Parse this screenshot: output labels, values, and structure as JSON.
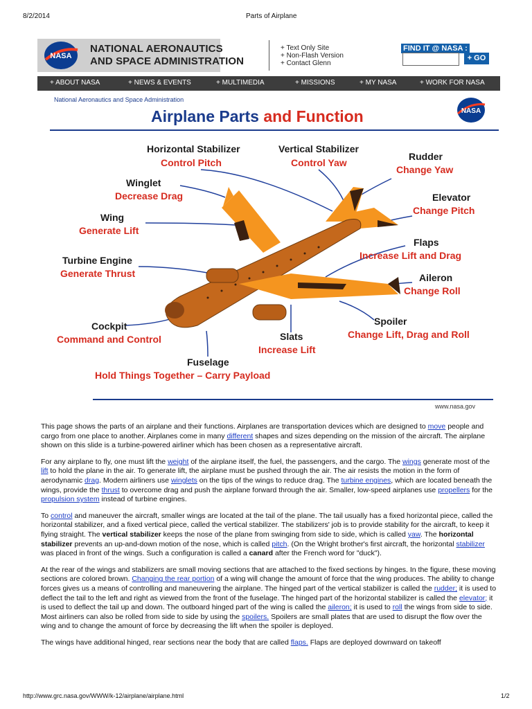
{
  "print_header": {
    "date": "8/2/2014",
    "title": "Parts of Airplane"
  },
  "banner": {
    "agency_line1": "NATIONAL AERONAUTICS",
    "agency_line2": "AND SPACE ADMINISTRATION",
    "logo_text": "NASA",
    "site_links": [
      "+ Text Only Site",
      "+ Non-Flash Version",
      "+ Contact Glenn"
    ],
    "find_label": "FIND IT @ NASA :",
    "go_label": "+ GO"
  },
  "nav": [
    "+ ABOUT NASA",
    "+ NEWS & EVENTS",
    "+ MULTIMEDIA",
    "+ MISSIONS",
    "+ MY NASA",
    "+ WORK FOR NASA"
  ],
  "diagram": {
    "agency_small": "National Aeronautics and Space Administration",
    "title_part1": "Airplane Parts ",
    "title_part2": "and Function",
    "logo_text": "NASA",
    "url": "www.nasa.gov",
    "labels": {
      "horizontal_stabilizer": {
        "name": "Horizontal Stabilizer",
        "func": "Control Pitch"
      },
      "vertical_stabilizer": {
        "name": "Vertical Stabilizer",
        "func": "Control Yaw"
      },
      "rudder": {
        "name": "Rudder",
        "func": "Change Yaw"
      },
      "winglet": {
        "name": "Winglet",
        "func": "Decrease Drag"
      },
      "elevator": {
        "name": "Elevator",
        "func": "Change Pitch"
      },
      "wing": {
        "name": "Wing",
        "func": "Generate Lift"
      },
      "flaps": {
        "name": "Flaps",
        "func": "Increase Lift and Drag"
      },
      "turbine": {
        "name": "Turbine Engine",
        "func": "Generate Thrust"
      },
      "aileron": {
        "name": "Aileron",
        "func": "Change Roll"
      },
      "cockpit": {
        "name": "Cockpit",
        "func": "Command and Control"
      },
      "spoiler": {
        "name": "Spoiler",
        "func": "Change Lift, Drag and Roll"
      },
      "slats": {
        "name": "Slats",
        "func": "Increase Lift"
      },
      "fuselage": {
        "name": "Fuselage",
        "func": "Hold Things Together – Carry Payload"
      }
    },
    "colors": {
      "body": "#c4681c",
      "wing": "#f5951f",
      "dark": "#3a2010",
      "line": "#1f3f9c"
    }
  },
  "paragraphs": [
    [
      {
        "t": "This page shows the parts of an airplane and their functions. Airplanes are transportation devices which are designed to "
      },
      {
        "t": "move",
        "link": true
      },
      {
        "t": " people and cargo from one place to another. Airplanes come in many "
      },
      {
        "t": "different",
        "link": true
      },
      {
        "t": " shapes and sizes depending on the mission of the aircraft. The airplane shown on this slide is a turbine-powered airliner which has been chosen as a representative aircraft."
      }
    ],
    [
      {
        "t": "For any airplane to fly, one must lift the "
      },
      {
        "t": "weight",
        "link": true
      },
      {
        "t": " of the airplane itself, the fuel, the passengers, and the cargo. The "
      },
      {
        "t": "wings",
        "link": true
      },
      {
        "t": " generate most of the "
      },
      {
        "t": "lift",
        "link": true
      },
      {
        "t": " to hold the plane in the air. To generate lift, the airplane must be pushed through the air. The air resists the motion in the form of aerodynamic "
      },
      {
        "t": "drag",
        "link": true
      },
      {
        "t": ". Modern airliners use "
      },
      {
        "t": "winglets",
        "link": true
      },
      {
        "t": " on the tips of the wings to reduce drag. The "
      },
      {
        "t": "turbine engines",
        "link": true
      },
      {
        "t": ", which are located beneath the wings, provide the "
      },
      {
        "t": "thrust",
        "link": true
      },
      {
        "t": " to overcome drag and push the airplane forward through the air. Smaller, low-speed airplanes use "
      },
      {
        "t": "propellers",
        "link": true
      },
      {
        "t": " for the "
      },
      {
        "t": "propulsion system",
        "link": true
      },
      {
        "t": " instead of turbine engines."
      }
    ],
    [
      {
        "t": "To "
      },
      {
        "t": "control",
        "link": true
      },
      {
        "t": " and maneuver the aircraft, smaller wings are located at the tail of the plane. The tail usually has a fixed horizontal piece, called the horizontal stabilizer, and a fixed vertical piece, called the vertical stabilizer. The stabilizers' job is to provide stability for the aircraft, to keep it flying straight. The "
      },
      {
        "t": "vertical stabilizer",
        "bold": true
      },
      {
        "t": " keeps the nose of the plane from swinging from side to side, which is called "
      },
      {
        "t": "yaw",
        "link": true
      },
      {
        "t": ". The "
      },
      {
        "t": "horizontal stabilizer",
        "bold": true
      },
      {
        "t": " prevents an up-and-down motion of the nose, which is called "
      },
      {
        "t": "pitch",
        "link": true
      },
      {
        "t": ". (On the Wright brother's first aircraft, the horizontal "
      },
      {
        "t": "stabilizer",
        "link": true
      },
      {
        "t": " was placed in front of the wings. Such a configuration is called a "
      },
      {
        "t": "canard",
        "bold": true
      },
      {
        "t": " after the French word for \"duck\")."
      }
    ],
    [
      {
        "t": "At the rear of the wings and stabilizers are small moving sections that are attached to the fixed sections by hinges. In the figure, these moving sections are colored brown. "
      },
      {
        "t": "Changing the rear portion",
        "link": true
      },
      {
        "t": " of a wing will change the amount of force that the wing produces. The ability to change forces gives us a means of controlling and maneuvering the airplane. The hinged part of the vertical stabilizer is called the "
      },
      {
        "t": "rudder;",
        "link": true
      },
      {
        "t": " it is used to deflect the tail to the left and right as viewed from the front of the fuselage. The hinged part of the horizontal stabilizer is called the "
      },
      {
        "t": "elevator;",
        "link": true
      },
      {
        "t": " it is used to deflect the tail up and down. The outboard hinged part of the wing is called the "
      },
      {
        "t": "aileron;",
        "link": true
      },
      {
        "t": " it is used to "
      },
      {
        "t": "roll",
        "link": true
      },
      {
        "t": " the wings from side to side. Most airliners can also be rolled from side to side by using the "
      },
      {
        "t": "spoilers.",
        "link": true
      },
      {
        "t": " Spoilers are small plates that are used to disrupt the flow over the wing and to change the amount of force by decreasing the lift when the spoiler is deployed."
      }
    ],
    [
      {
        "t": "The wings have additional hinged, rear sections near the body that are called "
      },
      {
        "t": "flaps.",
        "link": true
      },
      {
        "t": " Flaps are deployed downward on takeoff"
      }
    ]
  ],
  "print_footer": {
    "url": "http://www.grc.nasa.gov/WWW/k-12/airplane/airplane.html",
    "page": "1/2"
  }
}
